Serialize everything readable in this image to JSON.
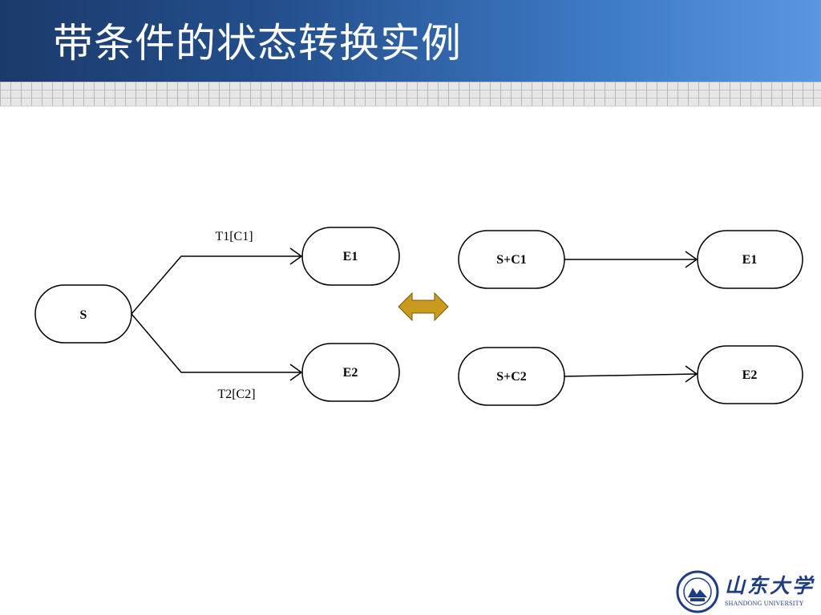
{
  "slide": {
    "title": "带条件的状态转换实例"
  },
  "diagram": {
    "left": {
      "source": "S",
      "targets": [
        "E1",
        "E2"
      ],
      "edge_labels": [
        "T1[C1]",
        "T2[C2]"
      ]
    },
    "equivalence_arrow_color": "#c89b1e",
    "right": {
      "rows": [
        {
          "from": "S+C1",
          "to": "E1"
        },
        {
          "from": "S+C2",
          "to": "E2"
        }
      ]
    }
  },
  "logo": {
    "name_cn": "山东大学",
    "name_en": "SHANDONG UNIVERSITY",
    "color": "#1e3c82"
  }
}
